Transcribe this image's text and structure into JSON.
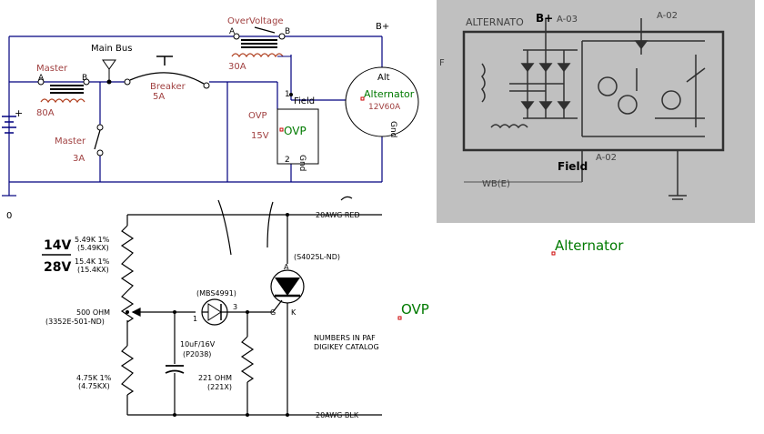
{
  "top": {
    "main_bus": "Main Bus",
    "over_voltage": "OverVoltage",
    "ov_a": "A",
    "ov_b": "B",
    "ov_coil": "30A",
    "b_plus": "B+",
    "master": "Master",
    "master_a": "A",
    "master_b": "B",
    "master_coil": "80A",
    "breaker": "Breaker",
    "breaker_rating": "5A",
    "master2": "Master",
    "master2_rating": "3A",
    "battery_plus": "+",
    "ground_num": "0",
    "field": "Field",
    "pin1": "1",
    "pin2": "2",
    "ovp_small": "OVP",
    "ovp_rating": "15V",
    "ovp_box": "OVP",
    "gnd": "Gnd",
    "alt_top": "Alt",
    "alt_label": "Alternator",
    "alt_rating": "12V60A",
    "alt_gnd": "Gnd"
  },
  "photo": {
    "alternator_text": "ALTERNATO",
    "b_plus": "B+",
    "a03": "A-03",
    "a02_top": "A-02",
    "a02_bottom": "A-02",
    "field": "Field",
    "wb": "WB(E)",
    "f": "F"
  },
  "ovp_schematic": {
    "label_14v": "14V",
    "label_28v": "28V",
    "r1_value": "5.49K 1%",
    "r1_part": "(5.49KX)",
    "r2_value": "15.4K 1%",
    "r2_part": "(15.4KX)",
    "pot_value": "500 OHM",
    "pot_part": "(3352E-501-ND)",
    "r3_value": "4.75K 1%",
    "r3_part": "(4.75KX)",
    "zener": "(MBS4991)",
    "z_pin1": "1",
    "z_pin3": "3",
    "cap_value": "10uF/16V",
    "cap_part": "(P2038)",
    "r4_value": "221 OHM",
    "r4_part": "(221X)",
    "scr_part": "(S4025L-ND)",
    "scr_a": "A",
    "scr_g": "G",
    "scr_k": "K",
    "wire_red": "20AWG RED",
    "wire_blk": "20AWG BLK",
    "note_line1": "NUMBERS IN PAF",
    "note_line2": "DIGIKEY CATALOG"
  },
  "floating": {
    "alternator": "Alternator",
    "ovp": "OVP"
  },
  "colors": {
    "wire": "#00007f",
    "label_red": "#a04040",
    "label_green": "#007a00",
    "coil": "#b04020",
    "photo_bg": "#bfbfbf"
  }
}
